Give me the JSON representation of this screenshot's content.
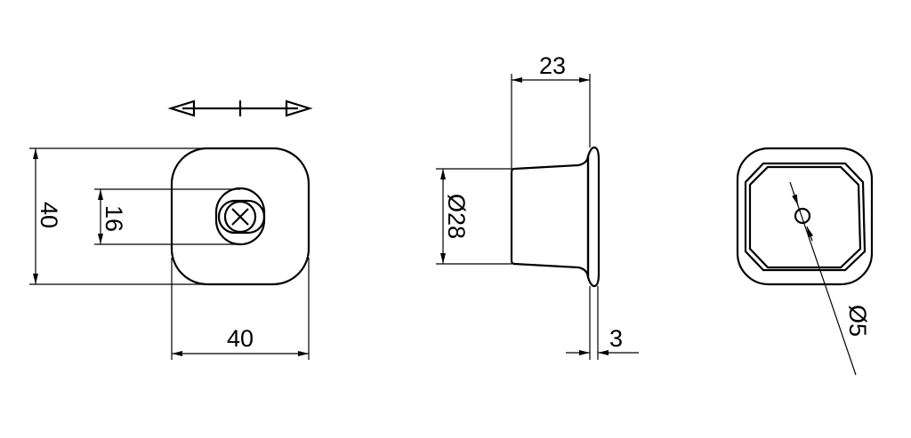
{
  "front_view": {
    "width_label": "40",
    "height_label": "40",
    "knob_label": "16"
  },
  "side_view": {
    "depth_label": "23",
    "diameter_label": "Ø28",
    "flange_label": "3"
  },
  "back_view": {
    "hole_label": "Ø5"
  },
  "colors": {
    "line": "#000000",
    "background": "#ffffff"
  }
}
